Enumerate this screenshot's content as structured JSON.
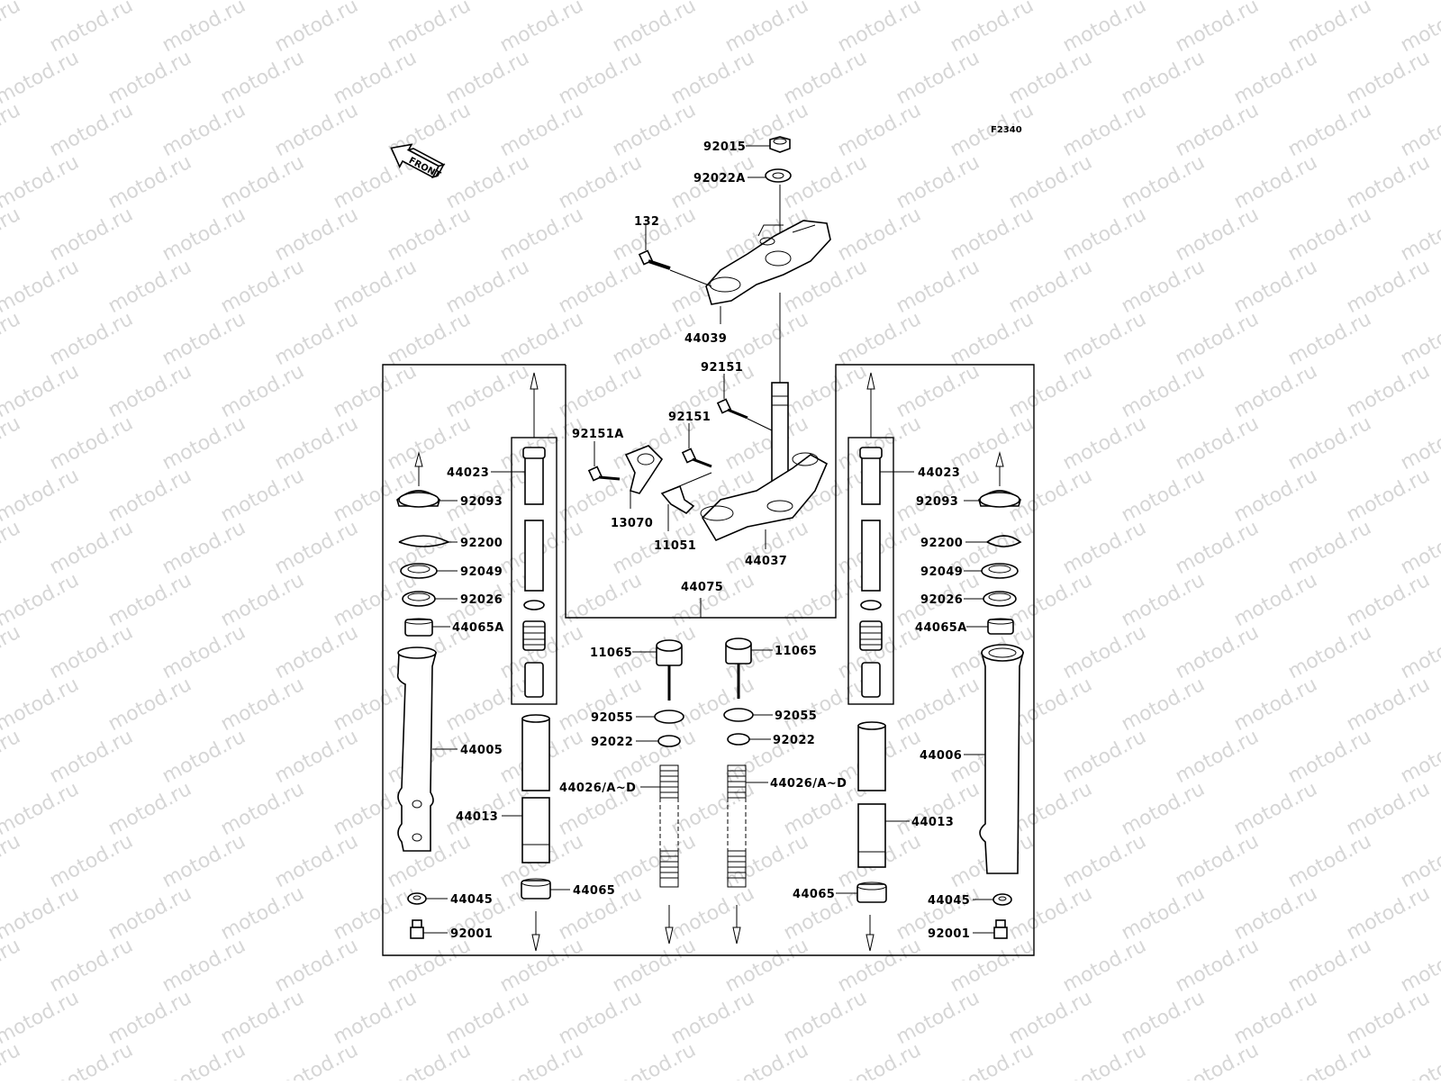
{
  "diagram": {
    "code": "F2340",
    "front_badge": "FRONT",
    "watermark": "motod.ru",
    "group_label": "44075",
    "labels": {
      "nut_top": "92015",
      "washer_top": "92022A",
      "bolt_upper": "132",
      "upper_bracket": "44039",
      "bolt_stem_1": "92151",
      "bolt_stem_2": "92151",
      "bolt_clamp": "92151A",
      "clamp": "13070",
      "guide": "11051",
      "stem_bracket": "44037",
      "left_fork_pipe": "44023",
      "left_cap": "92093",
      "left_circlip": "92200",
      "left_oil_seal": "92049",
      "left_washer": "92026",
      "left_bushing": "44065A",
      "left_outer_tube": "44005",
      "left_cylinder": "44013",
      "left_washer_bottom": "44045",
      "left_bolt_bottom": "92001",
      "left_bushing_bottom": "44065",
      "center_left_valve": "11065",
      "center_left_oring": "92055",
      "center_left_gasket": "92022",
      "center_left_spring": "44026/A~D",
      "center_right_valve": "11065",
      "center_right_oring": "92055",
      "center_right_gasket": "92022",
      "center_right_spring": "44026/A~D",
      "right_fork_pipe": "44023",
      "right_cap": "92093",
      "right_circlip": "92200",
      "right_oil_seal": "92049",
      "right_washer": "92026",
      "right_bushing": "44065A",
      "right_outer_tube": "44006",
      "right_cylinder": "44013",
      "right_bushing_bottom": "44065",
      "right_washer_bottom": "44045",
      "right_bolt_bottom": "92001"
    }
  }
}
